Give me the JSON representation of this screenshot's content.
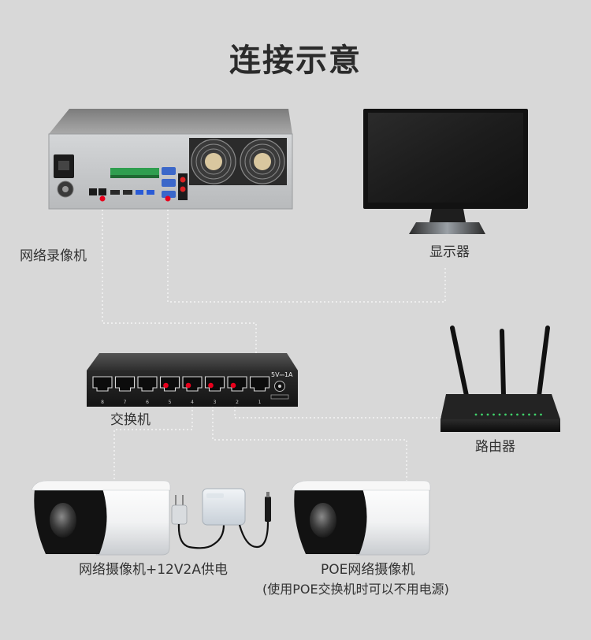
{
  "title": "连接示意",
  "devices": {
    "nvr": {
      "label": "网络录像机"
    },
    "monitor": {
      "label": "显示器"
    },
    "switch": {
      "label": "交换机",
      "power_rating": "5V⎓1A",
      "port_numbers": [
        "8",
        "7",
        "6",
        "5",
        "4",
        "3",
        "2",
        "1"
      ]
    },
    "router": {
      "label": "路由器"
    },
    "camera_12v": {
      "label": "网络摄像机+12V2A供电"
    },
    "camera_poe": {
      "label": "POE网络摄像机",
      "note": "(使用POE交换机时可以不用电源)"
    }
  },
  "colors": {
    "background": "#d8d8d8",
    "connection_line": "#f6f6f6",
    "port_marker": "#e8001c"
  }
}
